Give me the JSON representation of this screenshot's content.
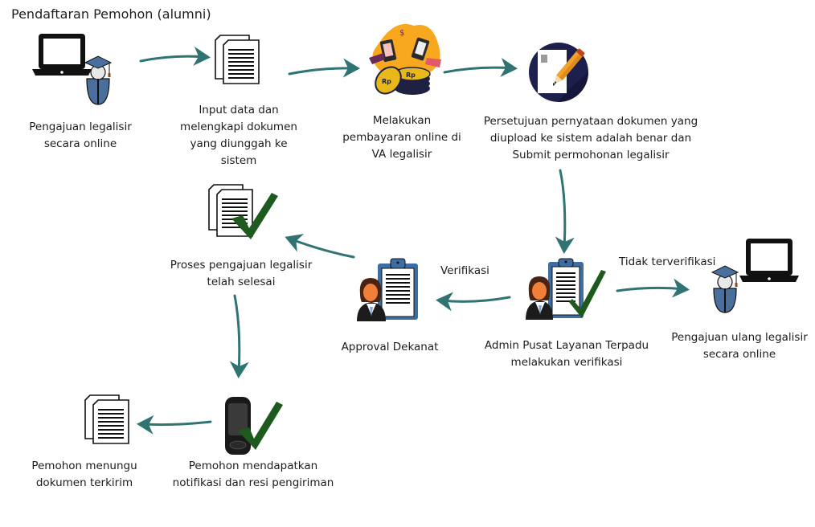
{
  "title": "Pendaftaran Pemohon (alumni)",
  "colors": {
    "arrow": "#2f7373",
    "check": "#1e5a1e",
    "graduate_blue": "#4a6f9c",
    "clipboard_blue": "#3d6da3",
    "pencil_orange": "#f2a22a",
    "circle_navy": "#1d1f4d",
    "coin_gold": "#e8b81a",
    "blob_orange": "#f7a81f"
  },
  "steps": [
    {
      "id": "pengajuan-online",
      "icon": "laptop-graduate-icon",
      "lines": [
        "Pengajuan legalisir",
        "secara online"
      ]
    },
    {
      "id": "input-data",
      "icon": "documents-icon",
      "lines": [
        "Input data dan",
        "melengkapi dokumen",
        "yang diunggah ke",
        "sistem"
      ]
    },
    {
      "id": "pembayaran",
      "icon": "online-payment-coins-icon",
      "lines": [
        "Melakukan",
        "pembayaran online di",
        "VA legalisir"
      ]
    },
    {
      "id": "persetujuan",
      "icon": "document-pencil-icon",
      "lines": [
        "Persetujuan pernyataan dokumen yang",
        "diupload ke sistem adalah benar dan",
        "Submit permohonan legalisir"
      ]
    },
    {
      "id": "admin-verifikasi",
      "icon": "admin-clipboard-check-icon",
      "lines": [
        "Admin Pusat Layanan Terpadu",
        "melakukan verifikasi"
      ]
    },
    {
      "id": "pengajuan-ulang",
      "icon": "laptop-graduate-icon",
      "lines": [
        "Pengajuan ulang legalisir",
        "secara online"
      ]
    },
    {
      "id": "approval-dekanat",
      "icon": "dean-clipboard-icon",
      "lines": [
        "Approval Dekanat"
      ]
    },
    {
      "id": "proses-selesai",
      "icon": "documents-check-icon",
      "lines": [
        "Proses pengajuan legalisir",
        "telah selesai"
      ]
    },
    {
      "id": "notifikasi-resi",
      "icon": "phone-check-icon",
      "lines": [
        "Pemohon mendapatkan",
        "notifikasi dan resi pengiriman"
      ]
    },
    {
      "id": "menunggu-dokumen",
      "icon": "documents-icon",
      "lines": [
        "Pemohon menungu",
        "dokumen terkirim"
      ]
    }
  ],
  "edge_labels": {
    "verifikasi": "Verifikasi",
    "tidak_terverifikasi": "Tidak terverifikasi"
  }
}
